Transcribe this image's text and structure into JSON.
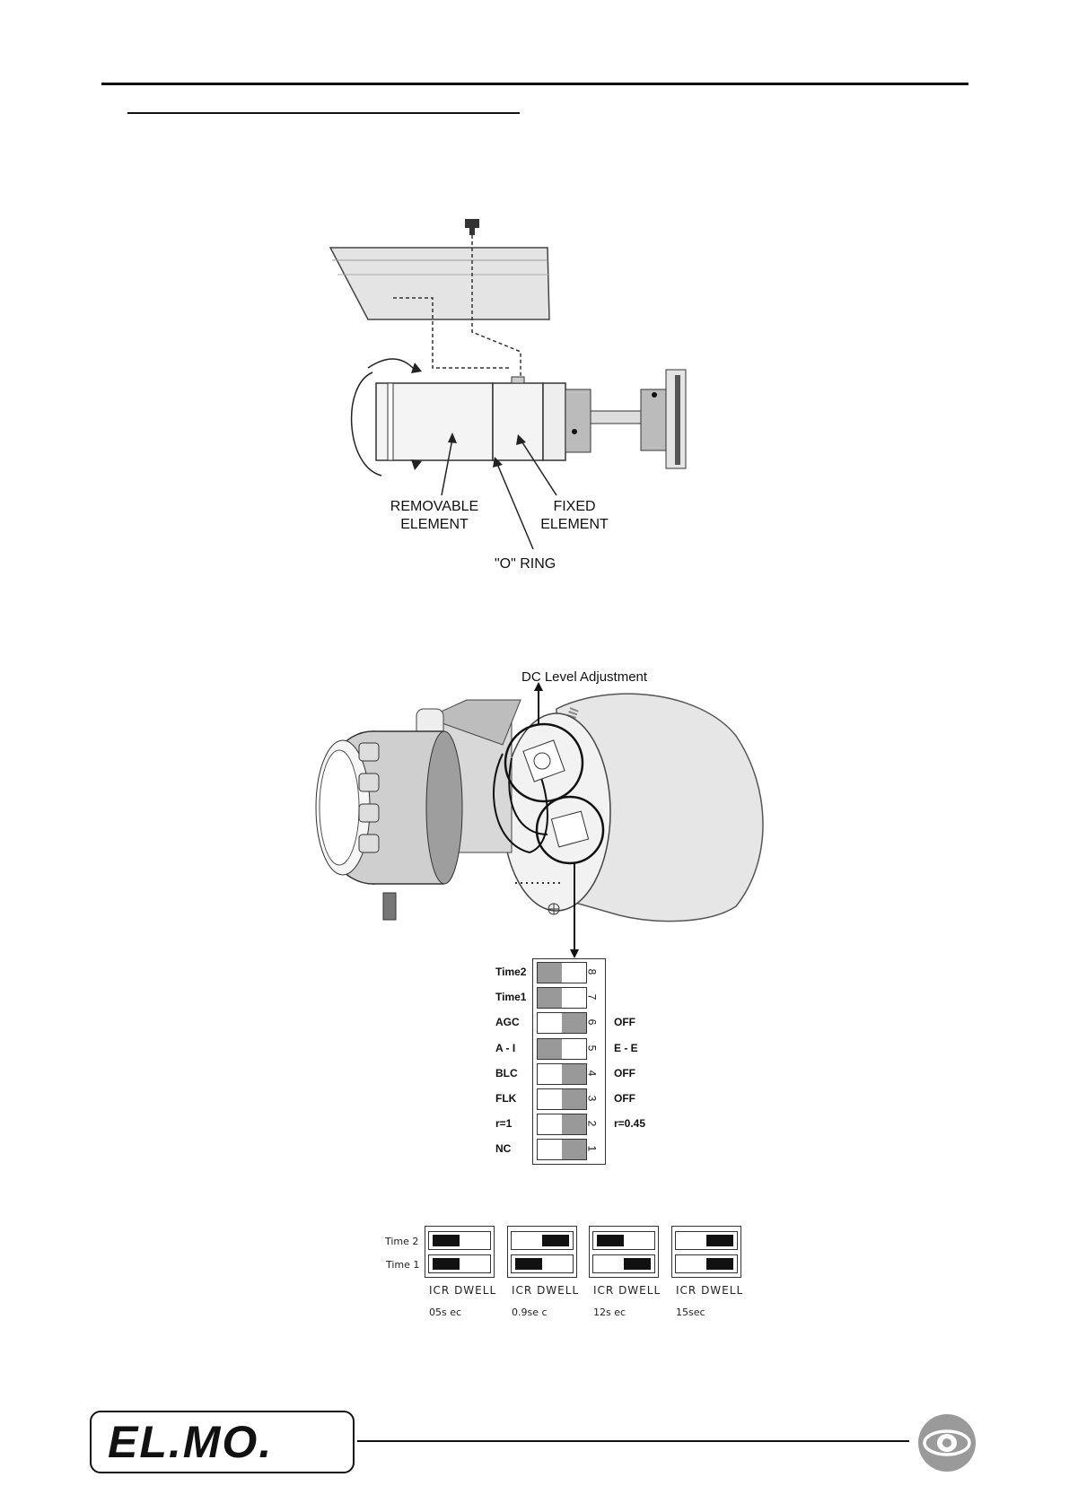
{
  "figure1": {
    "removable_label_1": "REMOVABLE",
    "removable_label_2": "ELEMENT",
    "fixed_label_1": "FIXED",
    "fixed_label_2": "ELEMENT",
    "oring_label": "\"O\" RING"
  },
  "figure2": {
    "dc_label": "DC Level Adjustment"
  },
  "dip": {
    "switches": [
      {
        "num": "8",
        "left": "Time2",
        "right": "",
        "on_left": true
      },
      {
        "num": "7",
        "left": "Time1",
        "right": "",
        "on_left": true
      },
      {
        "num": "6",
        "left": "AGC",
        "right": "OFF",
        "on_left": false
      },
      {
        "num": "5",
        "left": "A - I",
        "right": "E - E",
        "on_left": true
      },
      {
        "num": "4",
        "left": "BLC",
        "right": "OFF",
        "on_left": false
      },
      {
        "num": "3",
        "left": "FLK",
        "right": "OFF",
        "on_left": false
      },
      {
        "num": "2",
        "left": "r=1",
        "right": "r=0.45",
        "on_left": false
      },
      {
        "num": "1",
        "left": "NC",
        "right": "",
        "on_left": false
      }
    ]
  },
  "dwell": {
    "time2_label": "Time 2",
    "time1_label": "Time 1",
    "configs": [
      {
        "label": "ICR DWELL",
        "time": "05s ec",
        "t2_left": true,
        "t1_left": true
      },
      {
        "label": "ICR DWELL",
        "time": "0.9se c",
        "t2_left": false,
        "t1_left": true
      },
      {
        "label": "ICR DWELL",
        "time": "12s ec",
        "t2_left": true,
        "t1_left": false
      },
      {
        "label": "ICR DWELL",
        "time": "15sec",
        "t2_left": false,
        "t1_left": false
      }
    ]
  },
  "footer": {
    "logo_text": "EL.MO.",
    "icon": "eye-icon"
  }
}
